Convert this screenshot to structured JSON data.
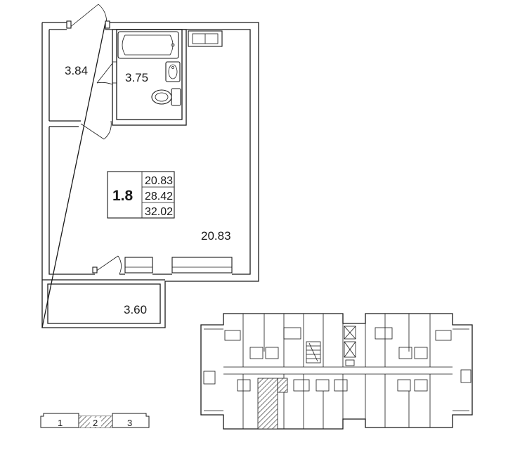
{
  "plan": {
    "rooms": {
      "hall_area": "3.84",
      "bath_area": "3.75",
      "living_area": "20.83",
      "balcony_area": "3.60"
    },
    "summary": {
      "unit_code": "1.8",
      "living_area": "20.83",
      "total_area": "28.42",
      "total_with_balcony": "32.02"
    }
  },
  "section_key": {
    "labels": [
      "1",
      "2",
      "3"
    ],
    "selected_index": 1
  },
  "colors": {
    "line": "#1a1a1a",
    "background": "#ffffff",
    "highlight_hatch": "#555555"
  }
}
